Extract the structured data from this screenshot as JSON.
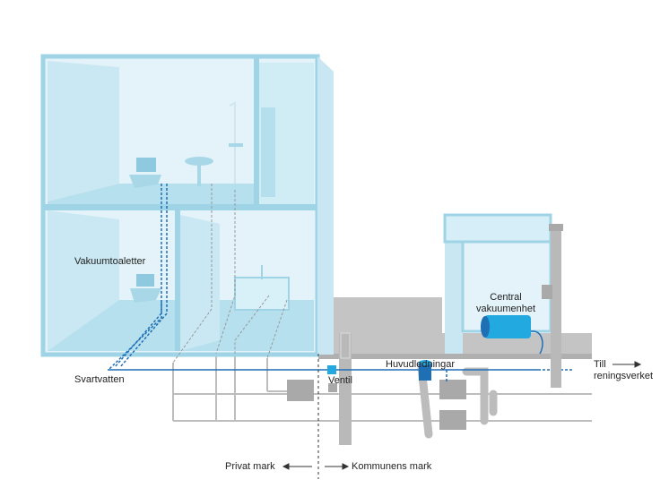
{
  "labels": {
    "vakuumtoaletter": "Vakuumtoaletter",
    "svartvatten": "Svartvatten",
    "ventil": "Ventil",
    "huvudledningar": "Huvudledningar",
    "central_line1": "Central",
    "central_line2": "vakuumenhet",
    "till": "Till",
    "reningsverket": "reningsverket",
    "privat_mark": "Privat mark",
    "kommunens_mark": "Kommunens mark"
  },
  "colors": {
    "building_fill": "#d6eef7",
    "building_edge": "#9fd3e6",
    "ground": "#bdbdbd",
    "pipe_grey": "#b9b9b9",
    "vacuum_line": "#1f6fb5",
    "unit": "#22a9e0"
  }
}
